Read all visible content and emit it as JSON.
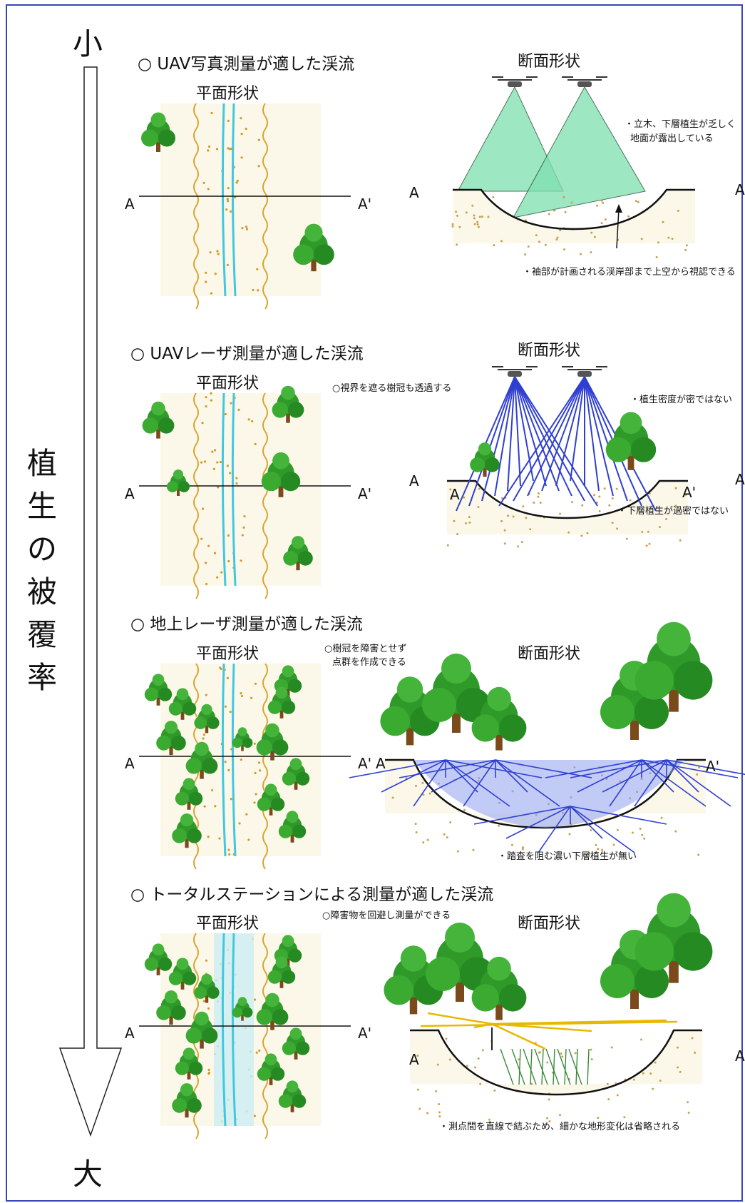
{
  "scale": {
    "top": "小",
    "bottom": "大",
    "axis_label": "植生の被覆率"
  },
  "common": {
    "plan": "平面形状",
    "section": "断面形状",
    "a": "A",
    "a_prime": "A'"
  },
  "panels": [
    {
      "title": "○ UAV写真測量が適した渓流",
      "notes": [
        "・立木、下層植生が乏しく",
        "地面が露出している",
        "・袖部が計画される渓岸部まで上空から視認できる"
      ]
    },
    {
      "title": "○ UAVレーザ測量が適した渓流",
      "notes": [
        "○視界を遮る樹冠も透過する",
        "・植生密度が密ではない",
        "・下層植生が過密ではない"
      ]
    },
    {
      "title": "○ 地上レーザ測量が適した渓流",
      "notes": [
        "○樹冠を障害とせず",
        "点群を作成できる",
        "・踏査を阻む濃い下層植生が無い"
      ]
    },
    {
      "title": "○ トータルステーションによる測量が適した渓流",
      "notes": [
        "○障害物を回避し測量ができる",
        "・測点間を直線で結ぶため、細かな地形変化は省略される"
      ]
    }
  ],
  "colors": {
    "frame": "#3a45b8",
    "water": "#41c8e0",
    "tree": "#2f9a2a",
    "trunk": "#7a4a1a",
    "photo_cone": "#7ee0b0",
    "laser": "#2f3fd0",
    "ts_line": "#e8b800",
    "ground": "#fbf8ea"
  }
}
